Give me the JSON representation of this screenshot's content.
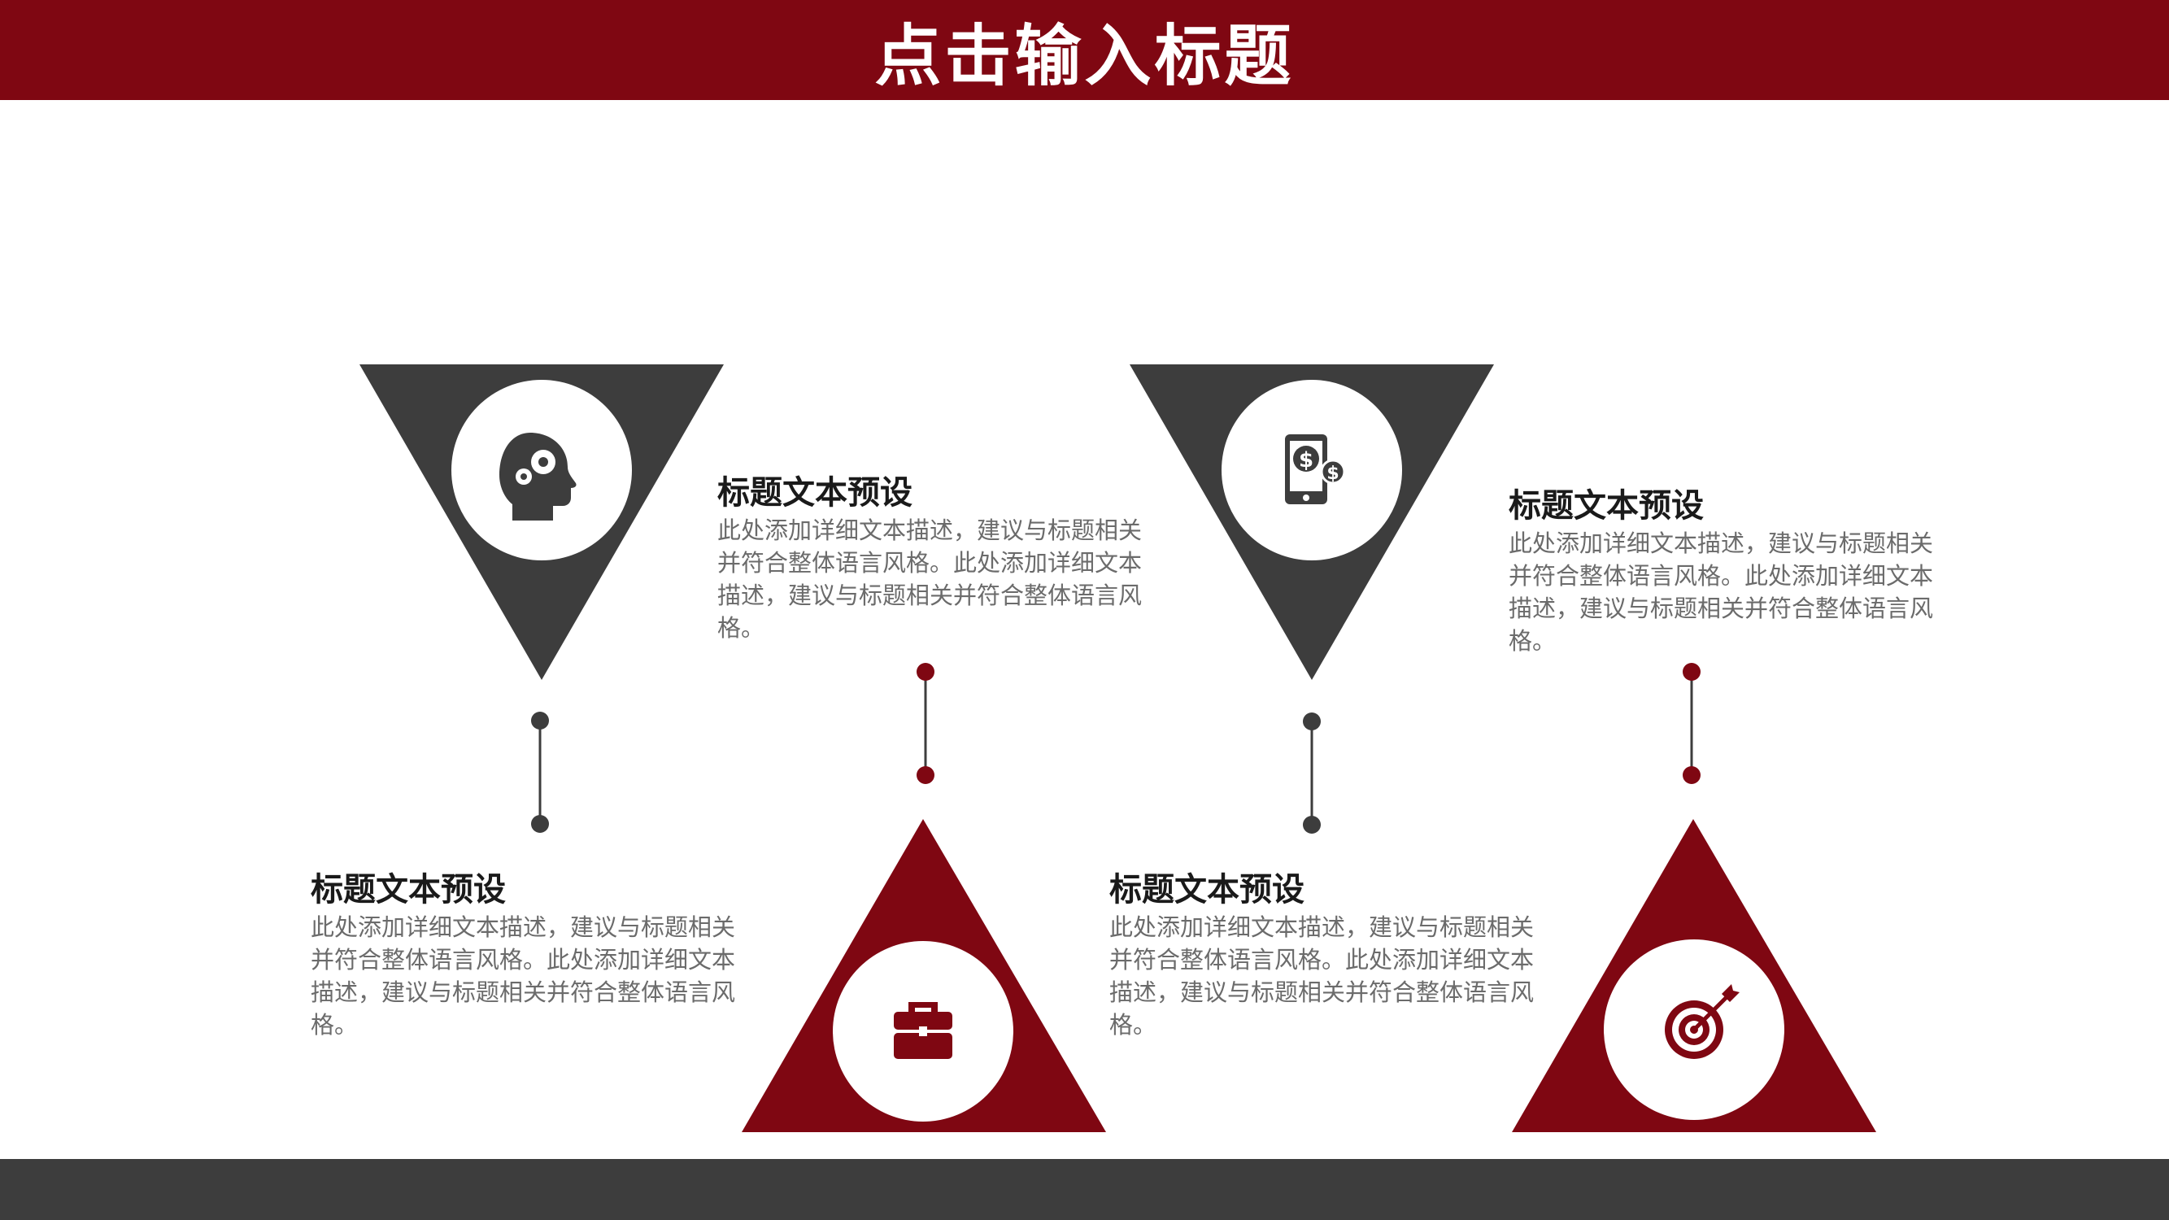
{
  "header": {
    "title": "点击输入标题"
  },
  "colors": {
    "accent": "#7f0712",
    "dark": "#3d3d3d",
    "circle": "#ffffff"
  },
  "items": [
    {
      "title": "标题文本预设",
      "description": "此处添加详细文本描述，建议与标题相关并符合整体语言风格。此处添加详细文本描述，建议与标题相关并符合整体语言风格。",
      "icon": "head-gears-icon"
    },
    {
      "title": "标题文本预设",
      "description": "此处添加详细文本描述，建议与标题相关并符合整体语言风格。此处添加详细文本描述，建议与标题相关并符合整体语言风格。",
      "icon": "briefcase-icon"
    },
    {
      "title": "标题文本预设",
      "description": "此处添加详细文本描述，建议与标题相关并符合整体语言风格。此处添加详细文本描述，建议与标题相关并符合整体语言风格。",
      "icon": "tablet-dollar-icon"
    },
    {
      "title": "标题文本预设",
      "description": "此处添加详细文本描述，建议与标题相关并符合整体语言风格。此处添加详细文本描述，建议与标题相关并符合整体语言风格。",
      "icon": "target-arrow-icon"
    }
  ]
}
